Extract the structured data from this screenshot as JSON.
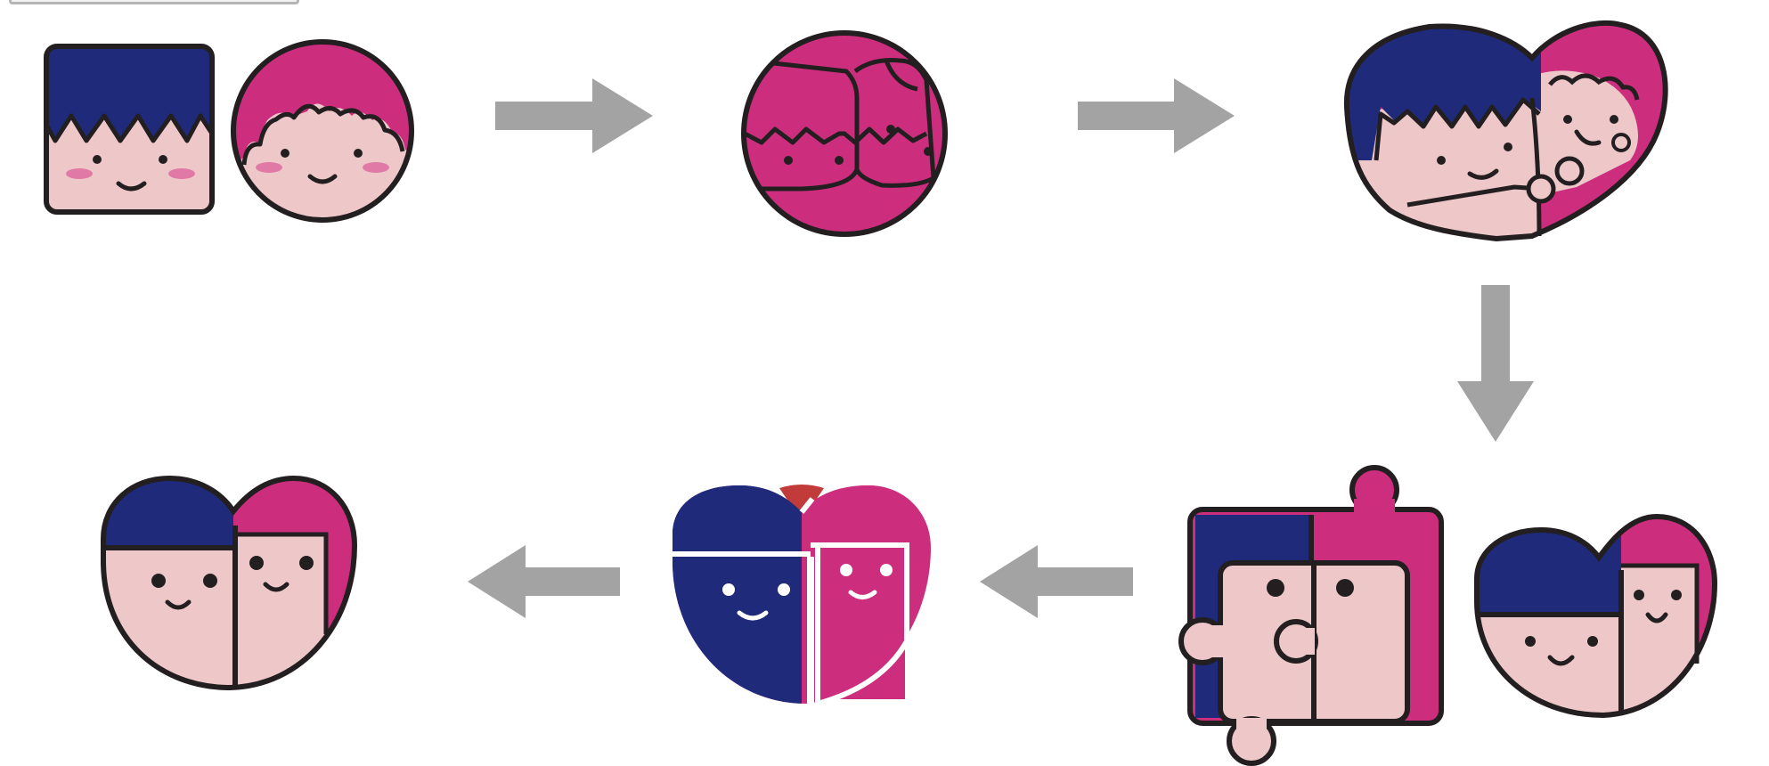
{
  "palette": {
    "navy": "#1f2a7a",
    "pink": "#cc2e7d",
    "skin": "#eec8c8",
    "blush": "#e079a6",
    "outline": "#231f20",
    "arrow": "#a3a3a3",
    "accent_red": "#c23b3b",
    "background": "#ffffff"
  },
  "steps": [
    {
      "id": 1,
      "icon": "separate-boy-girl-faces"
    },
    {
      "id": 2,
      "icon": "merged-pink-circle-faces"
    },
    {
      "id": 3,
      "icon": "hugging-heart-faces"
    },
    {
      "id": 4,
      "icon": "puzzle-piece-faces"
    },
    {
      "id": 5,
      "icon": "simplified-heart-faces"
    },
    {
      "id": 6,
      "icon": "color-heart-logo"
    },
    {
      "id": 7,
      "icon": "final-heart-logo"
    }
  ],
  "flow": [
    "right-arrow",
    "right-arrow",
    "down-arrow",
    "left-arrow",
    "left-arrow",
    "left-arrow"
  ]
}
